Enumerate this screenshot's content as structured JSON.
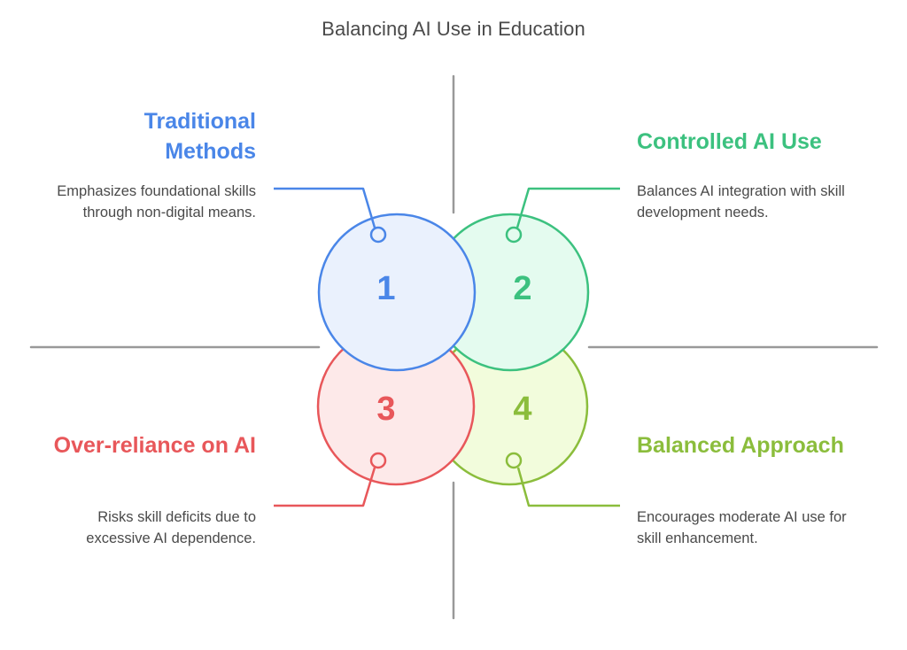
{
  "title": "Balancing AI Use in Education",
  "colors": {
    "axis": "#999999",
    "text": "#4a4a4a"
  },
  "quadrants": [
    {
      "number": "1",
      "heading": "Traditional Methods",
      "description": "Emphasizes foundational skills through non-digital means.",
      "stroke": "#4a86e8",
      "fill": "#eaf1fd",
      "position": "top-left"
    },
    {
      "number": "2",
      "heading": "Controlled AI Use",
      "description": "Balances AI integration with skill development needs.",
      "stroke": "#3cc17f",
      "fill": "#e4fbef",
      "position": "top-right"
    },
    {
      "number": "3",
      "heading": "Over-reliance on AI",
      "description": "Risks skill deficits due to excessive AI dependence.",
      "stroke": "#e8575a",
      "fill": "#fde9e9",
      "position": "bottom-left"
    },
    {
      "number": "4",
      "heading": "Balanced Approach",
      "description": "Encourages moderate AI use for skill enhancement.",
      "stroke": "#8bbd3c",
      "fill": "#f2fcdc",
      "position": "bottom-right"
    }
  ]
}
